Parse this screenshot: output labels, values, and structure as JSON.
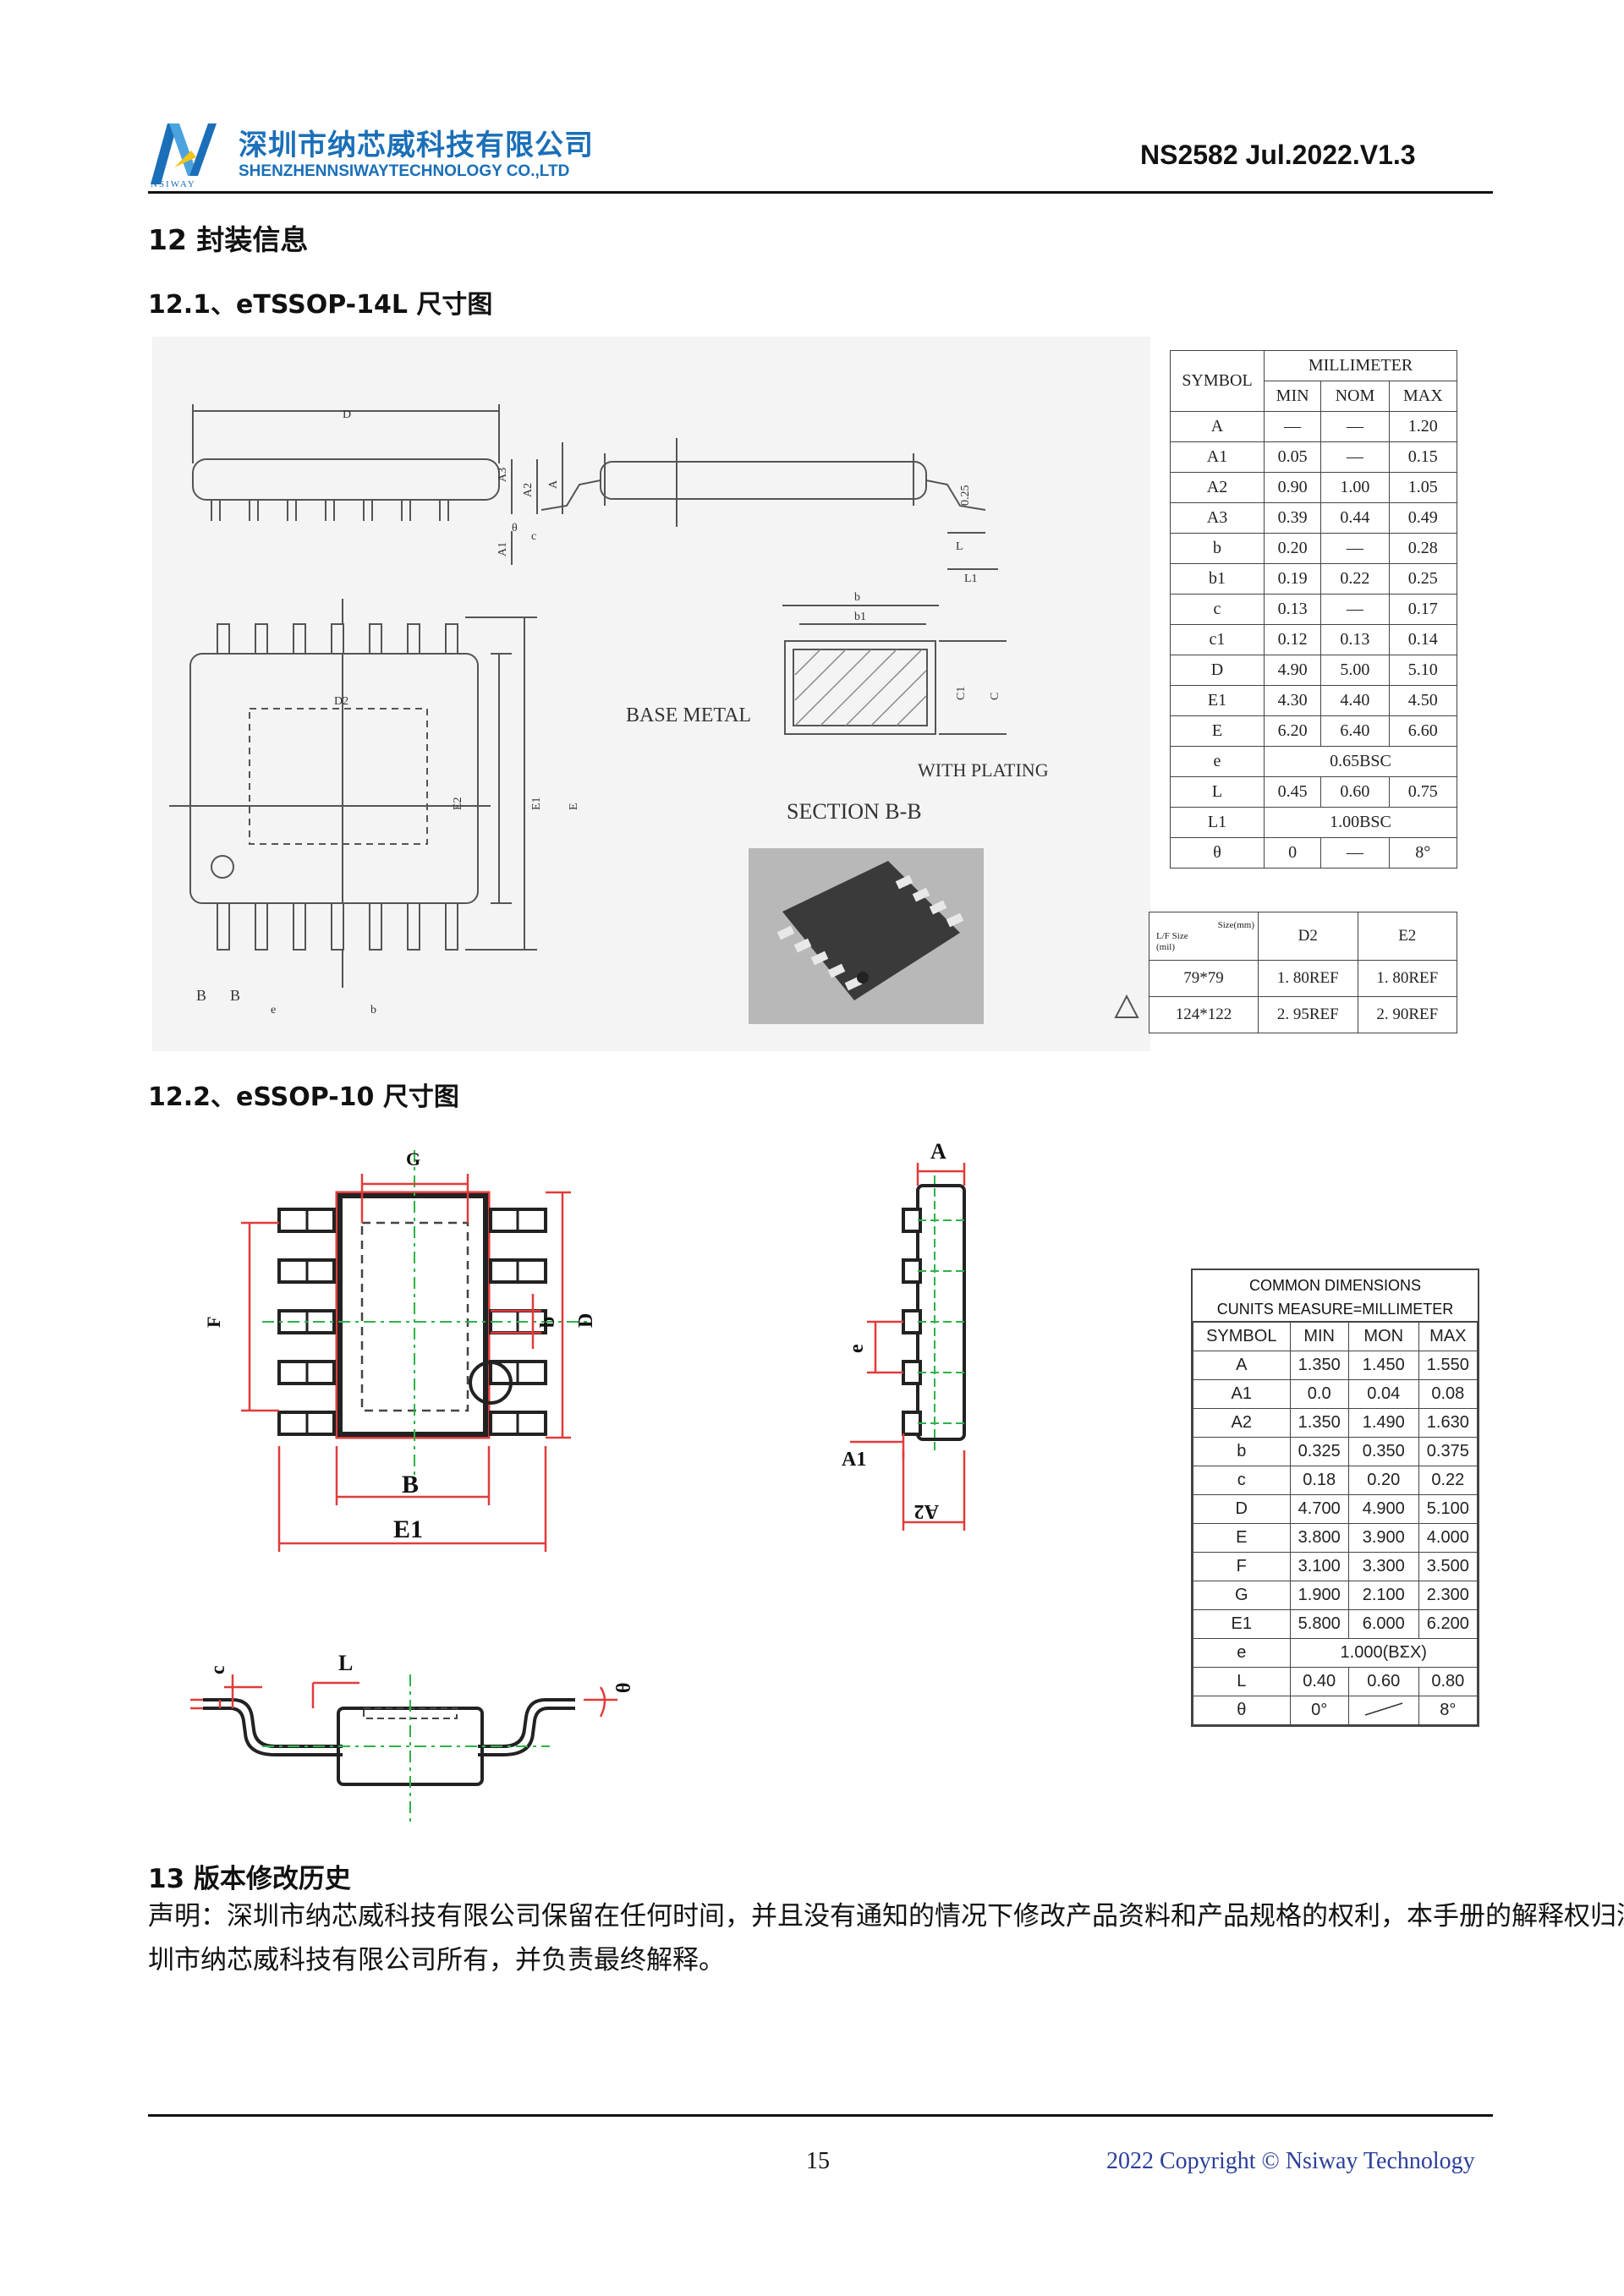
{
  "header": {
    "company_cn": "深圳市纳芯威科技有限公司",
    "company_en": "SHENZHENNSIWAYTECHNOLOGY CO.,LTD",
    "logo_sub": "NSIWAY",
    "doc_id": "NS2582 Jul.2022.V1.3"
  },
  "section12": {
    "title": "12 封装信息",
    "sub1": "12.1、eTSSOP-14L 尺寸图",
    "sub2": "12.2、eSSOP-10 尺寸图"
  },
  "drawing1": {
    "labels": {
      "D": "D",
      "A3": "A3",
      "A2": "A2",
      "A": "A",
      "A1": "A1",
      "D2": "D2",
      "E2": "E2",
      "E1": "E1",
      "E": "E",
      "e": "e",
      "b": "b",
      "B": "B",
      "c": "c",
      "theta": "θ",
      "L": "L",
      "L1": "L1",
      "v025": "0.25",
      "b_top": "b",
      "b1": "b1",
      "c1": "C1",
      "c_sec": "C",
      "base_metal": "BASE METAL",
      "with_plating": "WITH PLATING",
      "section": "SECTION B-B"
    }
  },
  "table1": {
    "symbol_header": "SYMBOL",
    "unit_header": "MILLIMETER",
    "cols": [
      "MIN",
      "NOM",
      "MAX"
    ],
    "rows": [
      {
        "sym": "A",
        "min": "—",
        "nom": "—",
        "max": "1.20"
      },
      {
        "sym": "A1",
        "min": "0.05",
        "nom": "—",
        "max": "0.15"
      },
      {
        "sym": "A2",
        "min": "0.90",
        "nom": "1.00",
        "max": "1.05"
      },
      {
        "sym": "A3",
        "min": "0.39",
        "nom": "0.44",
        "max": "0.49"
      },
      {
        "sym": "b",
        "min": "0.20",
        "nom": "—",
        "max": "0.28"
      },
      {
        "sym": "b1",
        "min": "0.19",
        "nom": "0.22",
        "max": "0.25"
      },
      {
        "sym": "c",
        "min": "0.13",
        "nom": "—",
        "max": "0.17"
      },
      {
        "sym": "c1",
        "min": "0.12",
        "nom": "0.13",
        "max": "0.14"
      },
      {
        "sym": "D",
        "min": "4.90",
        "nom": "5.00",
        "max": "5.10"
      },
      {
        "sym": "E1",
        "min": "4.30",
        "nom": "4.40",
        "max": "4.50"
      },
      {
        "sym": "E",
        "min": "6.20",
        "nom": "6.40",
        "max": "6.60"
      }
    ],
    "row_e": {
      "sym": "e",
      "val": "0.65BSC"
    },
    "row_L": {
      "sym": "L",
      "min": "0.45",
      "nom": "0.60",
      "max": "0.75"
    },
    "row_L1": {
      "sym": "L1",
      "val": "1.00BSC"
    },
    "row_theta": {
      "sym": "θ",
      "min": "0",
      "nom": "—",
      "max": "8°"
    }
  },
  "table1b": {
    "corner_size": "Size(mm)",
    "corner_lf": "L/F Size",
    "corner_mil": "(mil)",
    "cols": [
      "D2",
      "E2"
    ],
    "rows": [
      {
        "lf": "79*79",
        "d2": "1. 80REF",
        "e2": "1. 80REF"
      },
      {
        "lf": "124*122",
        "d2": "2. 95REF",
        "e2": "2. 90REF"
      }
    ]
  },
  "drawing2": {
    "labels": {
      "G": "G",
      "F": "F",
      "b": "b",
      "D": "D",
      "B": "B",
      "E1": "E1",
      "A": "A",
      "e": "e",
      "A1": "A1",
      "A2": "A2",
      "c": "c",
      "L": "L",
      "theta": "θ"
    }
  },
  "table2": {
    "title1": "COMMON DIMENSIONS",
    "title2": "CUNITS MEASURE=MILLIMETER",
    "headers": [
      "SYMBOL",
      "MIN",
      "MON",
      "MAX"
    ],
    "rows": [
      {
        "sym": "A",
        "min": "1.350",
        "nom": "1.450",
        "max": "1.550"
      },
      {
        "sym": "A1",
        "min": "0.0",
        "nom": "0.04",
        "max": "0.08"
      },
      {
        "sym": "A2",
        "min": "1.350",
        "nom": "1.490",
        "max": "1.630"
      },
      {
        "sym": "b",
        "min": "0.325",
        "nom": "0.350",
        "max": "0.375"
      },
      {
        "sym": "c",
        "min": "0.18",
        "nom": "0.20",
        "max": "0.22"
      },
      {
        "sym": "D",
        "min": "4.700",
        "nom": "4.900",
        "max": "5.100"
      },
      {
        "sym": "E",
        "min": "3.800",
        "nom": "3.900",
        "max": "4.000"
      },
      {
        "sym": "F",
        "min": "3.100",
        "nom": "3.300",
        "max": "3.500"
      },
      {
        "sym": "G",
        "min": "1.900",
        "nom": "2.100",
        "max": "2.300"
      },
      {
        "sym": "E1",
        "min": "5.800",
        "nom": "6.000",
        "max": "6.200"
      }
    ],
    "row_e": {
      "sym": "e",
      "val": "1.000(BΣX)"
    },
    "row_L": {
      "sym": "L",
      "min": "0.40",
      "nom": "0.60",
      "max": "0.80"
    },
    "row_theta": {
      "sym": "θ",
      "min": "0°",
      "max": "8°"
    }
  },
  "section13": {
    "title": "13 版本修改历史",
    "statement": "声明：深圳市纳芯威科技有限公司保留在任何时间，并且没有通知的情况下修改产品资料和产品规格的权利，本手册的解释权归深圳市纳芯威科技有限公司所有，并负责最终解释。"
  },
  "footer": {
    "page": "15",
    "copyright": "2022 Copyright © Nsiway Technology"
  }
}
